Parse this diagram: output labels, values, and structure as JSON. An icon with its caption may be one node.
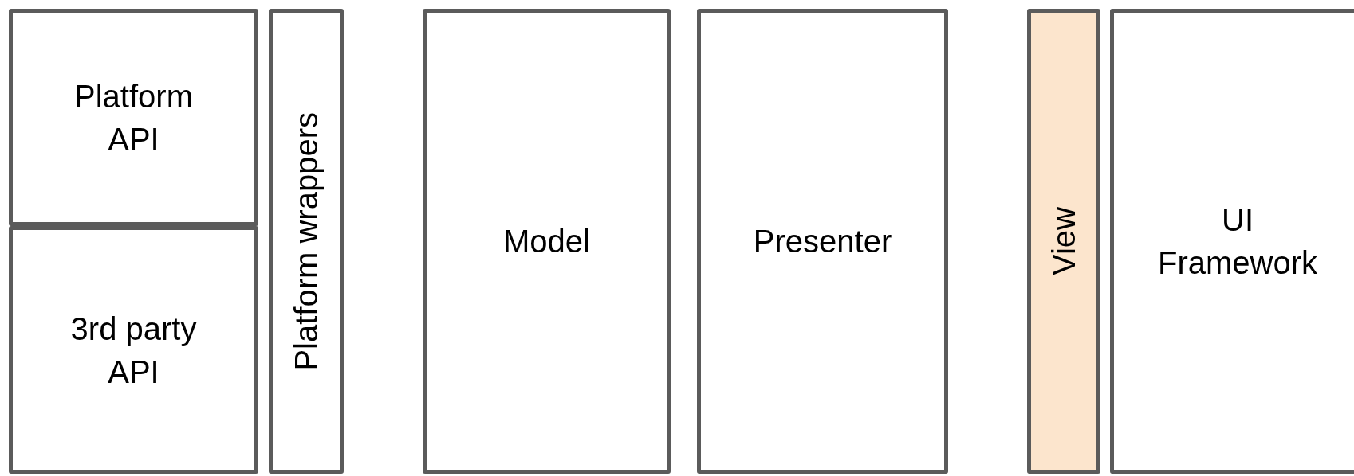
{
  "diagram": {
    "nodes": [
      {
        "text": [
          "Platform API"
        ]
      },
      {
        "text": [
          "3rd party API"
        ]
      },
      {
        "text": [
          "Platform wrappers"
        ]
      },
      {
        "text": [
          "Model"
        ]
      },
      {
        "text": [
          "Presenter"
        ]
      },
      {
        "text": [
          "View"
        ]
      },
      {
        "text": [
          "UI Framework"
        ]
      }
    ]
  }
}
